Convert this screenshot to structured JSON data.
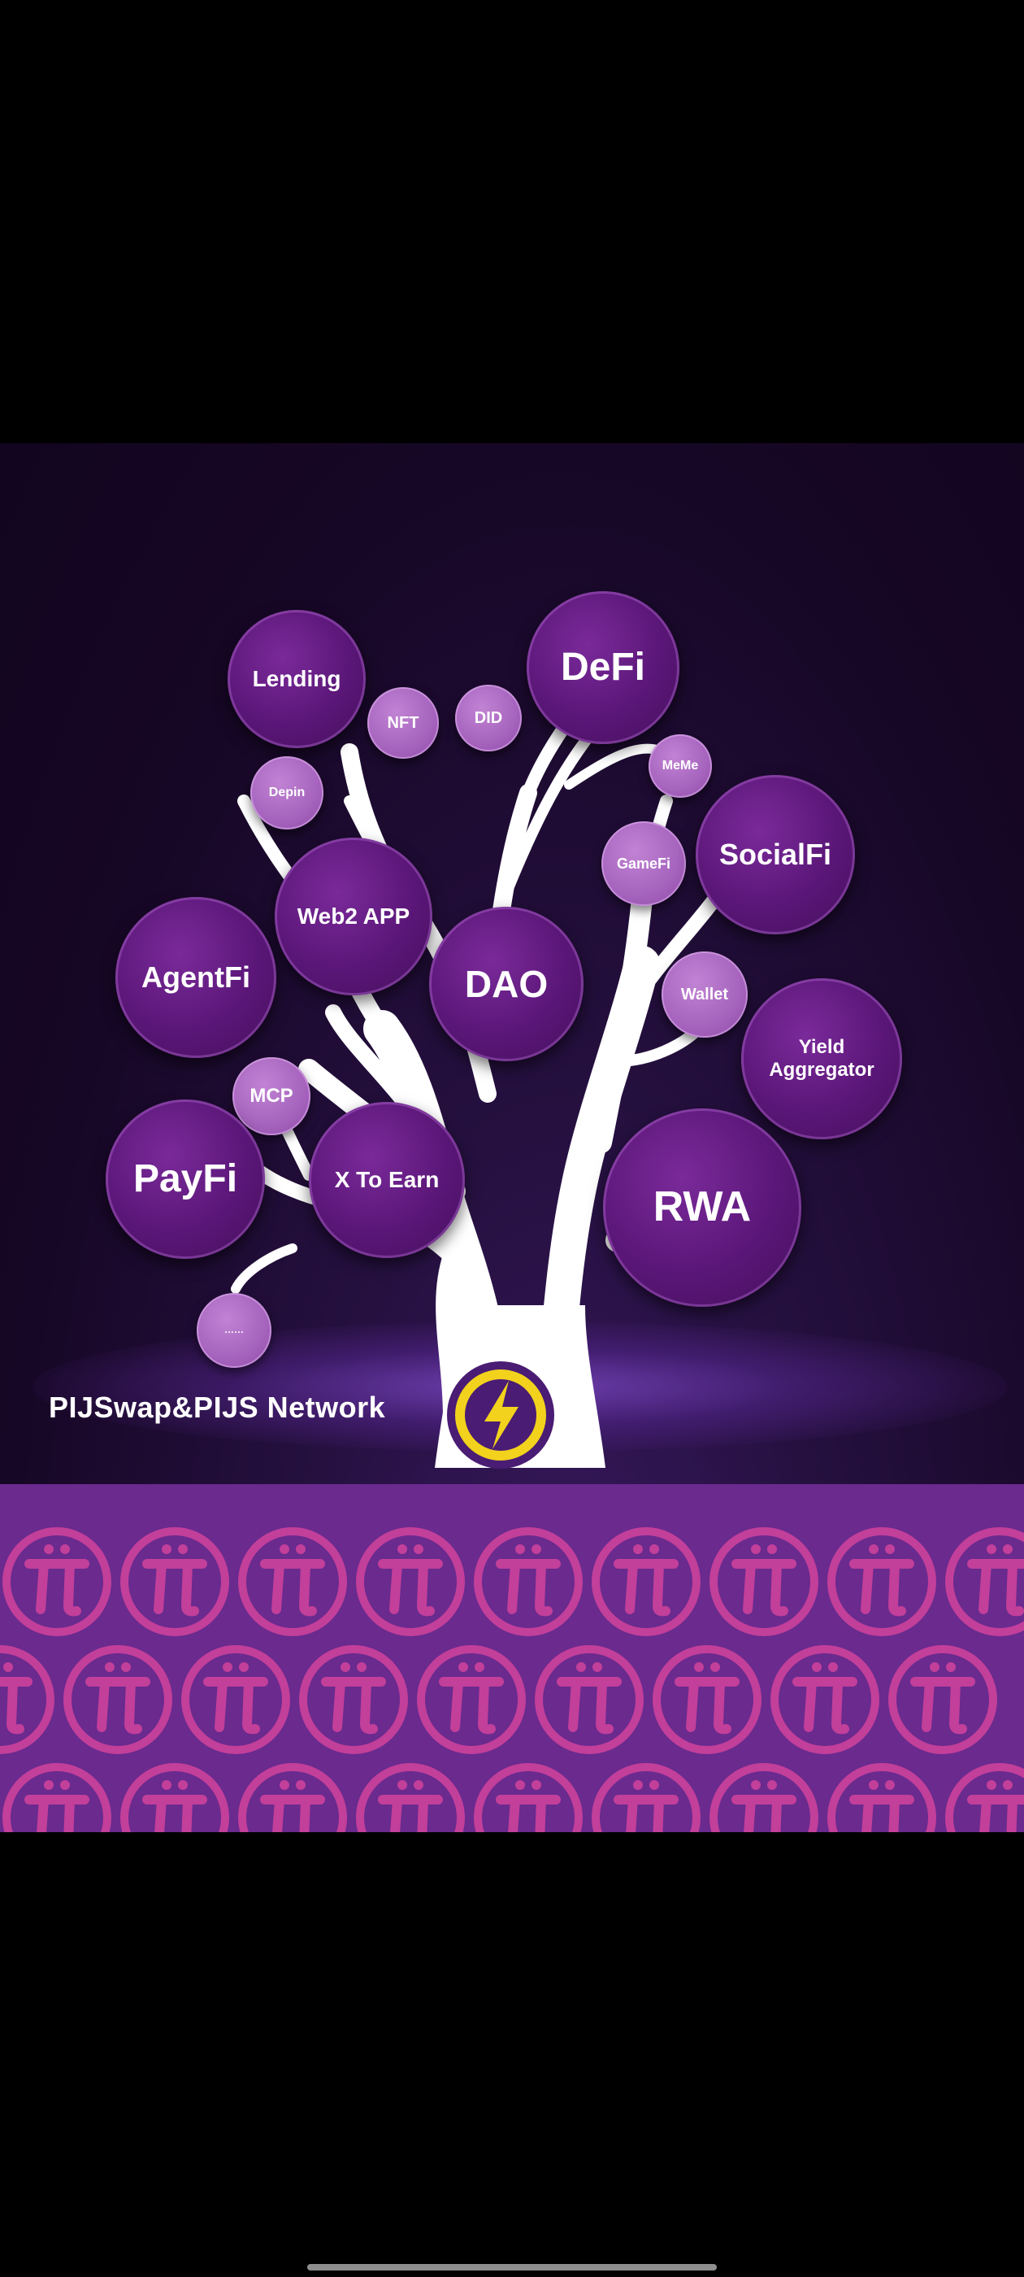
{
  "poster": {
    "network_label": "PIJSwap&PIJS Network",
    "logo_icon": "lightning-bolt-icon",
    "pattern_icon": "pi-symbol-icon",
    "colors": {
      "background": "#170726",
      "bubble": "#5a1677",
      "bubble_small": "#a563bd",
      "trunk": "#ffffff",
      "band": "#6a2a8e",
      "pattern": "#c23f9a",
      "logo_ring": "#f2d21c"
    },
    "bubbles": [
      {
        "id": "lending",
        "label": "Lending"
      },
      {
        "id": "nft",
        "label": "NFT"
      },
      {
        "id": "did",
        "label": "DID"
      },
      {
        "id": "defi",
        "label": "DeFi"
      },
      {
        "id": "meme",
        "label": "MeMe"
      },
      {
        "id": "depin",
        "label": "Depin"
      },
      {
        "id": "gamefi",
        "label": "GameFi"
      },
      {
        "id": "socialfi",
        "label": "SocialFi"
      },
      {
        "id": "web2app",
        "label": "Web2 APP"
      },
      {
        "id": "agentfi",
        "label": "AgentFi"
      },
      {
        "id": "dao",
        "label": "DAO"
      },
      {
        "id": "wallet",
        "label": "Wallet"
      },
      {
        "id": "yield",
        "label": "Yield\nAggregator"
      },
      {
        "id": "mcp",
        "label": "MCP"
      },
      {
        "id": "payfi",
        "label": "PayFi"
      },
      {
        "id": "xtoearn",
        "label": "X To Earn"
      },
      {
        "id": "rwa",
        "label": "RWA"
      },
      {
        "id": "more",
        "label": "……"
      }
    ]
  }
}
